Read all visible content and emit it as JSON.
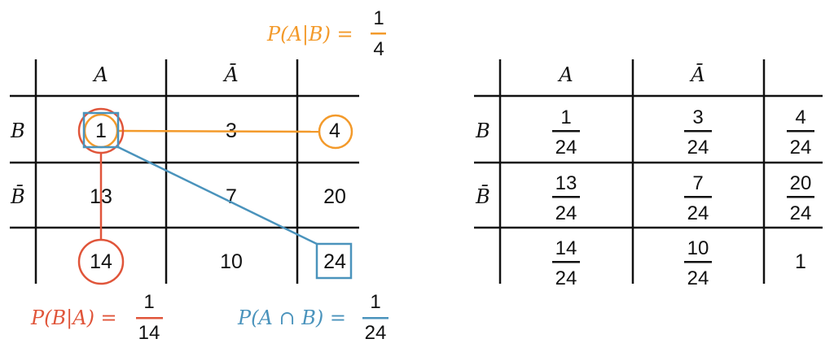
{
  "colors": {
    "orange": "#F39A2B",
    "red": "#E0553A",
    "blue": "#4A93BC",
    "ink": "#111111"
  },
  "count_table": {
    "col_headers": [
      "A",
      "Ā",
      ""
    ],
    "row_headers": [
      "B",
      "B̄",
      ""
    ],
    "cells": [
      [
        "1",
        "3",
        "4"
      ],
      [
        "13",
        "7",
        "20"
      ],
      [
        "14",
        "10",
        "24"
      ]
    ]
  },
  "prob_table": {
    "col_headers": [
      "A",
      "Ā",
      ""
    ],
    "row_headers": [
      "B",
      "B̄",
      ""
    ],
    "cells": [
      [
        {
          "num": "1",
          "den": "24"
        },
        {
          "num": "3",
          "den": "24"
        },
        {
          "num": "4",
          "den": "24"
        }
      ],
      [
        {
          "num": "13",
          "den": "24"
        },
        {
          "num": "7",
          "den": "24"
        },
        {
          "num": "20",
          "den": "24"
        }
      ],
      [
        {
          "num": "14",
          "den": "24"
        },
        {
          "num": "10",
          "den": "24"
        },
        {
          "value": "1"
        }
      ]
    ]
  },
  "annotations": {
    "a_given_b": {
      "label": "P(A|B) =",
      "num": "1",
      "den": "4"
    },
    "b_given_a": {
      "label": "P(B|A) =",
      "num": "1",
      "den": "14"
    },
    "a_and_b": {
      "label": "P(A ∩ B) =",
      "num": "1",
      "den": "24"
    }
  }
}
